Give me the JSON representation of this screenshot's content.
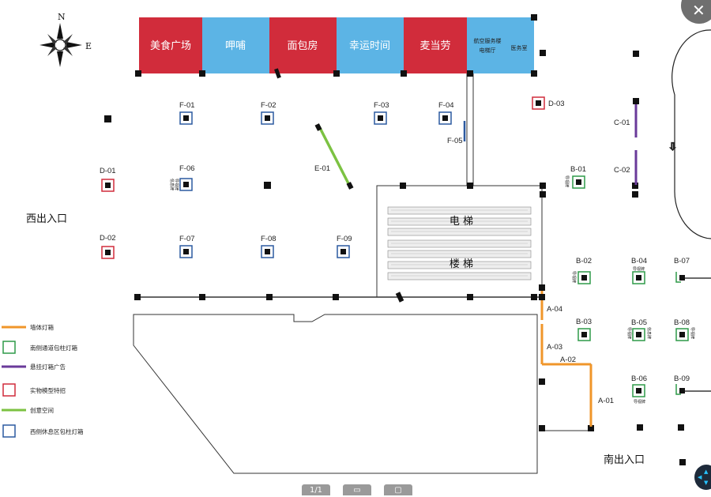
{
  "compass": {
    "north": "N",
    "east": "E"
  },
  "shops": [
    {
      "label": "美食广场",
      "color": "#d12c3b"
    },
    {
      "label": "呷哺",
      "color": "#5cb4e5"
    },
    {
      "label": "面包房",
      "color": "#d12c3b"
    },
    {
      "label": "幸运时间",
      "color": "#5cb4e5"
    },
    {
      "label": "麦当劳",
      "color": "#d12c3b"
    }
  ],
  "service_block": {
    "line1": "航空服务楼",
    "line2": "电梯厅",
    "line3": "医务室",
    "color": "#5cb4e5"
  },
  "markers": {
    "f01": "F-01",
    "f02": "F-02",
    "f03": "F-03",
    "f04": "F-04",
    "f05": "F-05",
    "f06": "F-06",
    "f07": "F-07",
    "f08": "F-08",
    "f09": "F-09",
    "d01": "D-01",
    "d02": "D-02",
    "d03": "D-03",
    "e01": "E-01",
    "c01": "C-01",
    "c02": "C-02",
    "b01": "B-01",
    "b02": "B-02",
    "b03": "B-03",
    "b04": "B-04",
    "b05": "B-05",
    "b06": "B-06",
    "b07": "B-07",
    "b08": "B-08",
    "b09": "B-09",
    "a01": "A-01",
    "a02": "A-02",
    "a03": "A-03",
    "a04": "A-04"
  },
  "small_tags": {
    "guide": "导视牌",
    "info": "信息牌"
  },
  "areas": {
    "elevator": "电  梯",
    "stairs": "楼  梯"
  },
  "exits": {
    "west": "西出入口",
    "south": "南出入口"
  },
  "legend": [
    {
      "label": "墙体灯箱",
      "color": "#f0962a",
      "kind": "line"
    },
    {
      "label": "南侧通道包柱灯箱",
      "color": "#2e9a48",
      "kind": "box"
    },
    {
      "label": "悬挂灯箱广告",
      "color": "#6a3a9a",
      "kind": "line"
    },
    {
      "label": "实物模型特招",
      "color": "#d12c3b",
      "kind": "box"
    },
    {
      "label": "创意空间",
      "color": "#7cc242",
      "kind": "line"
    },
    {
      "label": "西侧休息区包柱灯箱",
      "color": "#2c5aa0",
      "kind": "box"
    }
  ],
  "colors": {
    "orange": "#f0962a",
    "green": "#2e9a48",
    "purple": "#6a3a9a",
    "red": "#d12c3b",
    "lime": "#7cc242",
    "blue": "#2c5aa0"
  },
  "ui": {
    "close": "✕",
    "pager": "1/1",
    "arrow_down": "⇩"
  }
}
